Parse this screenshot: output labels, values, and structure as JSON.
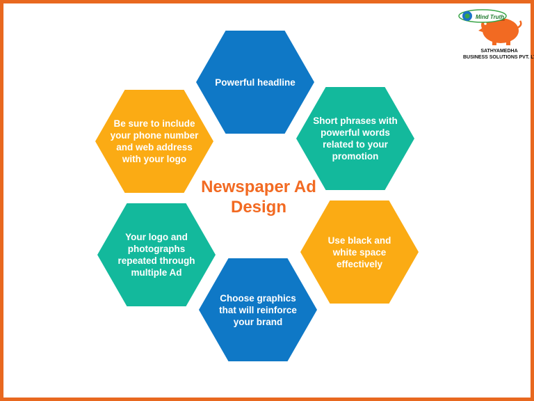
{
  "title": "Newspaper Ad Design",
  "hexagons": [
    {
      "text": "Powerful headline",
      "color": "#0f78c6"
    },
    {
      "text": "Short phrases with powerful words related to your promotion",
      "color": "#13b99c"
    },
    {
      "text": "Use black and white space effectively",
      "color": "#fbab14"
    },
    {
      "text": "Choose graphics that will reinforce your brand",
      "color": "#0f78c6"
    },
    {
      "text": "Your logo and photographs repeated through multiple Ad",
      "color": "#13b99c"
    },
    {
      "text": "Be sure to include your phone number and web address with your logo",
      "color": "#fbab14"
    }
  ],
  "logo": {
    "brand": "Mind Truth",
    "company_line1": "SATHYAMEDHA",
    "company_line2": "BUSINESS SOLUTIONS PVT. LTD."
  },
  "colors": {
    "border": "#e8681f",
    "title": "#f26a22",
    "blue": "#0f78c6",
    "teal": "#13b99c",
    "orange": "#fbab14"
  }
}
